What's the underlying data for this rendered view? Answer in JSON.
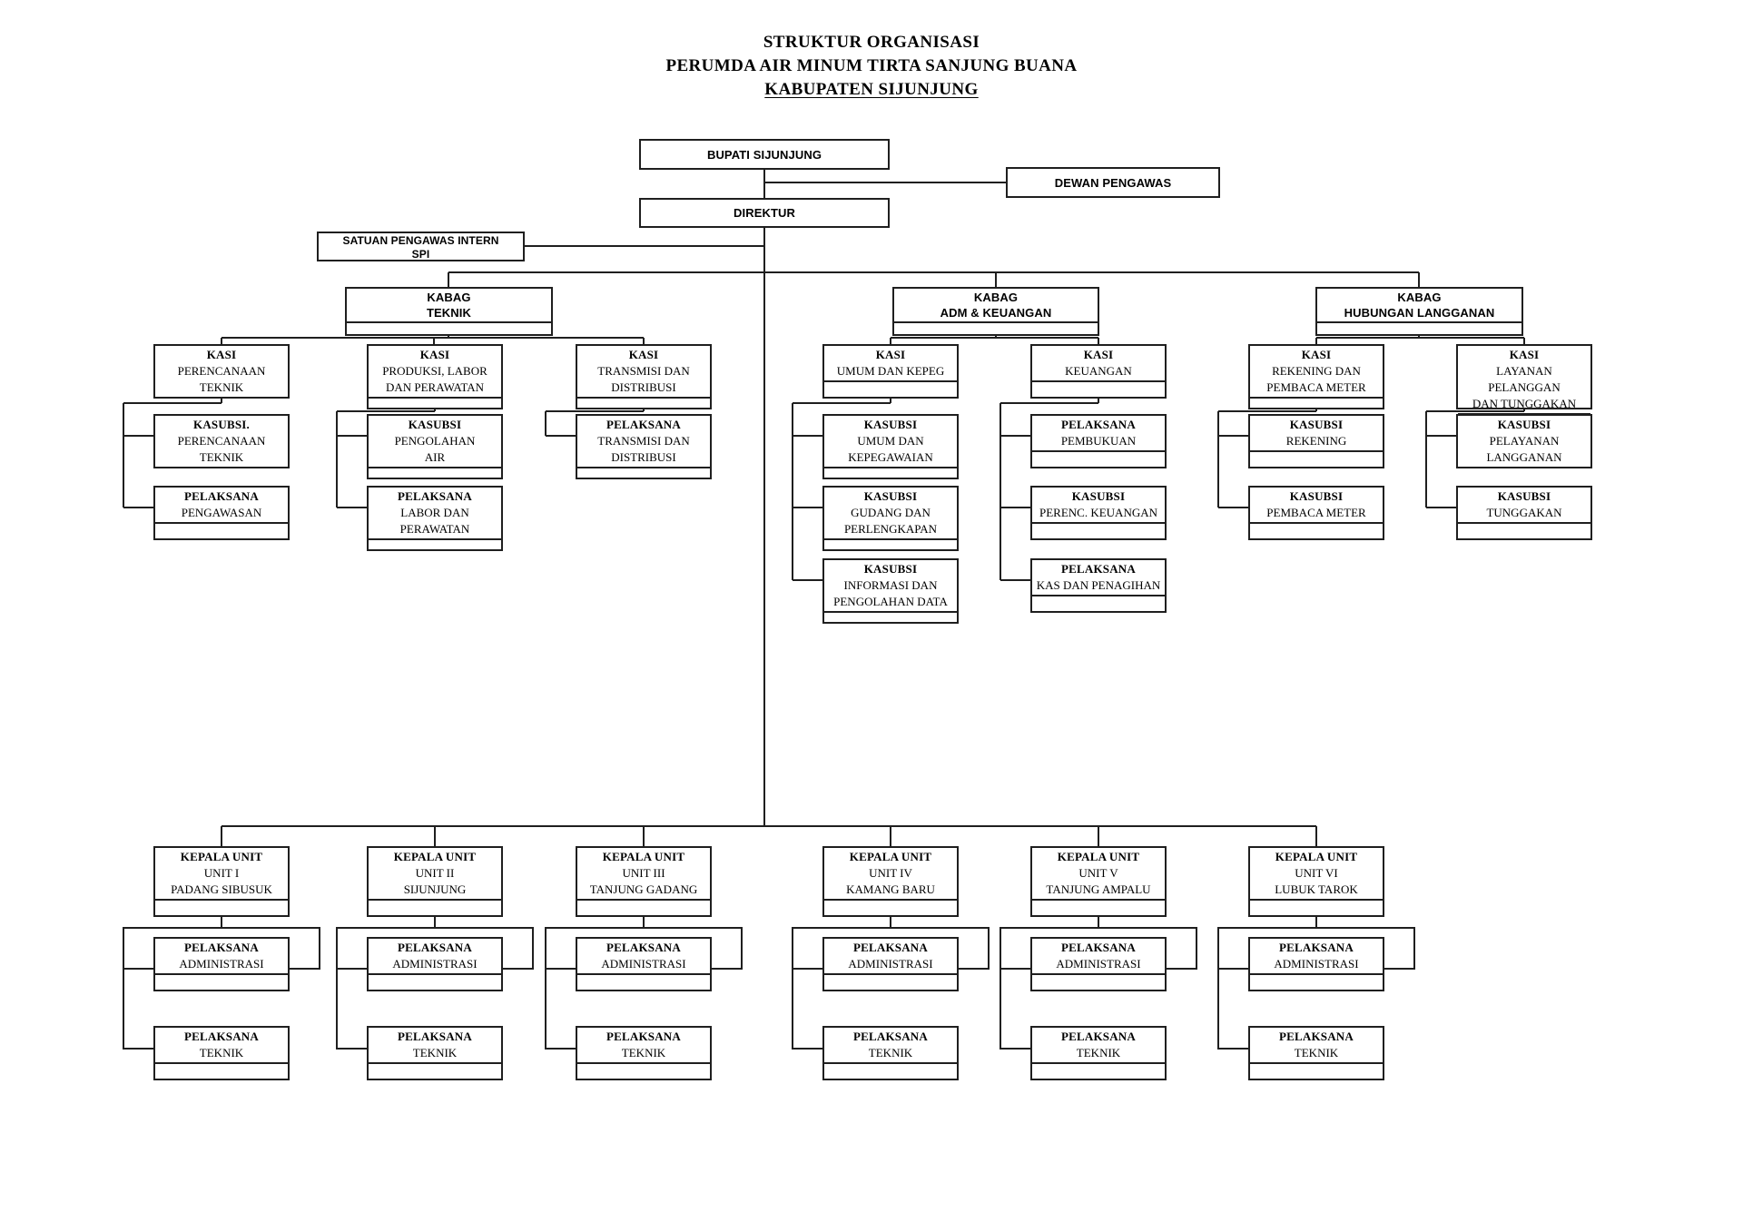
{
  "title": {
    "line1": "STRUKTUR ORGANISASI",
    "line2": "PERUMDA AIR MINUM TIRTA SANJUNG BUANA",
    "line3": "KABUPATEN SIJUNJUNG"
  },
  "colors": {
    "line": "#1f1f1f",
    "text": "#000000",
    "background": "#ffffff"
  },
  "nodes": {
    "bupati": {
      "title": "BUPATI SIJUNJUNG"
    },
    "dewan_pengawas": {
      "title": "DEWAN PENGAWAS"
    },
    "direktur": {
      "title": "DIREKTUR"
    },
    "spi": {
      "title": "SATUAN PENGAWAS INTERN",
      "line1": "SPI"
    },
    "kabag_teknik": {
      "title": "KABAG",
      "line1": "TEKNIK"
    },
    "kabag_adm_keuangan": {
      "title": "KABAG",
      "line1": "ADM & KEUANGAN"
    },
    "kabag_hubungan_langganan": {
      "title": "KABAG",
      "line1": "HUBUNGAN LANGGANAN"
    },
    "kasi_perencanaan_teknik": {
      "title": "KASI",
      "line1": "PERENCANAAN TEKNIK"
    },
    "kasi_produksi": {
      "title": "KASI",
      "line1": "PRODUKSI, LABOR",
      "line2": "DAN PERAWATAN"
    },
    "kasi_transmisi": {
      "title": "KASI",
      "line1": "TRANSMISI DAN",
      "line2": "DISTRIBUSI"
    },
    "kasi_umum_kepeg": {
      "title": "KASI",
      "line1": "UMUM DAN KEPEG"
    },
    "kasi_keuangan": {
      "title": "KASI",
      "line1": "KEUANGAN"
    },
    "kasi_rekening": {
      "title": "KASI",
      "line1": "REKENING DAN",
      "line2": "PEMBACA METER"
    },
    "kasi_layanan": {
      "title": "KASI",
      "line1": "LAYANAN PELANGGAN",
      "line2": "DAN TUNGGAKAN"
    },
    "kasubsi_perencanaan_teknik": {
      "title": "KASUBSI.",
      "line1": "PERENCANAAN TEKNIK"
    },
    "pelaksana_pengawasan": {
      "title": "PELAKSANA",
      "line1": "PENGAWASAN"
    },
    "kasubsi_pengolahan_air": {
      "title": "KASUBSI",
      "line1": "PENGOLAHAN",
      "line2": "AIR"
    },
    "pelaksana_labor": {
      "title": "PELAKSANA",
      "line1": "LABOR DAN",
      "line2": "PERAWATAN"
    },
    "pelaksana_transmisi": {
      "title": "PELAKSANA",
      "line1": "TRANSMISI DAN",
      "line2": "DISTRIBUSI"
    },
    "kasubsi_umum_kepegawaian": {
      "title": "KASUBSI",
      "line1": "UMUM DAN",
      "line2": "KEPEGAWAIAN"
    },
    "kasubsi_gudang": {
      "title": "KASUBSI",
      "line1": "GUDANG DAN",
      "line2": "PERLENGKAPAN"
    },
    "kasubsi_informasi": {
      "title": "KASUBSI",
      "line1": "INFORMASI DAN",
      "line2": "PENGOLAHAN DATA"
    },
    "pelaksana_pembukuan": {
      "title": "PELAKSANA",
      "line1": "PEMBUKUAN"
    },
    "kasubsi_perenc_keuangan": {
      "title": "KASUBSI",
      "line1": "PERENC. KEUANGAN"
    },
    "pelaksana_kas": {
      "title": "PELAKSANA",
      "line1": "KAS DAN PENAGIHAN"
    },
    "kasubsi_rekening": {
      "title": "KASUBSI",
      "line1": "REKENING"
    },
    "kasubsi_pembaca_meter": {
      "title": "KASUBSI",
      "line1": "PEMBACA METER"
    },
    "kasubsi_pelayanan": {
      "title": "KASUBSI",
      "line1": "PELAYANAN LANGGANAN"
    },
    "kasubsi_tunggakan": {
      "title": "KASUBSI",
      "line1": "TUNGGAKAN"
    },
    "unit1": {
      "title": "KEPALA UNIT",
      "line1": "UNIT I",
      "line2": "PADANG SIBUSUK"
    },
    "unit2": {
      "title": "KEPALA UNIT",
      "line1": "UNIT II",
      "line2": "SIJUNJUNG"
    },
    "unit3": {
      "title": "KEPALA UNIT",
      "line1": "UNIT III",
      "line2": "TANJUNG GADANG"
    },
    "unit4": {
      "title": "KEPALA UNIT",
      "line1": "UNIT IV",
      "line2": "KAMANG BARU"
    },
    "unit5": {
      "title": "KEPALA UNIT",
      "line1": "UNIT V",
      "line2": "TANJUNG AMPALU"
    },
    "unit6": {
      "title": "KEPALA UNIT",
      "line1": "UNIT VI",
      "line2": "LUBUK TAROK"
    },
    "pelaksana_administrasi": {
      "title": "PELAKSANA",
      "line1": "ADMINISTRASI"
    },
    "pelaksana_teknik": {
      "title": "PELAKSANA",
      "line1": "TEKNIK"
    }
  }
}
